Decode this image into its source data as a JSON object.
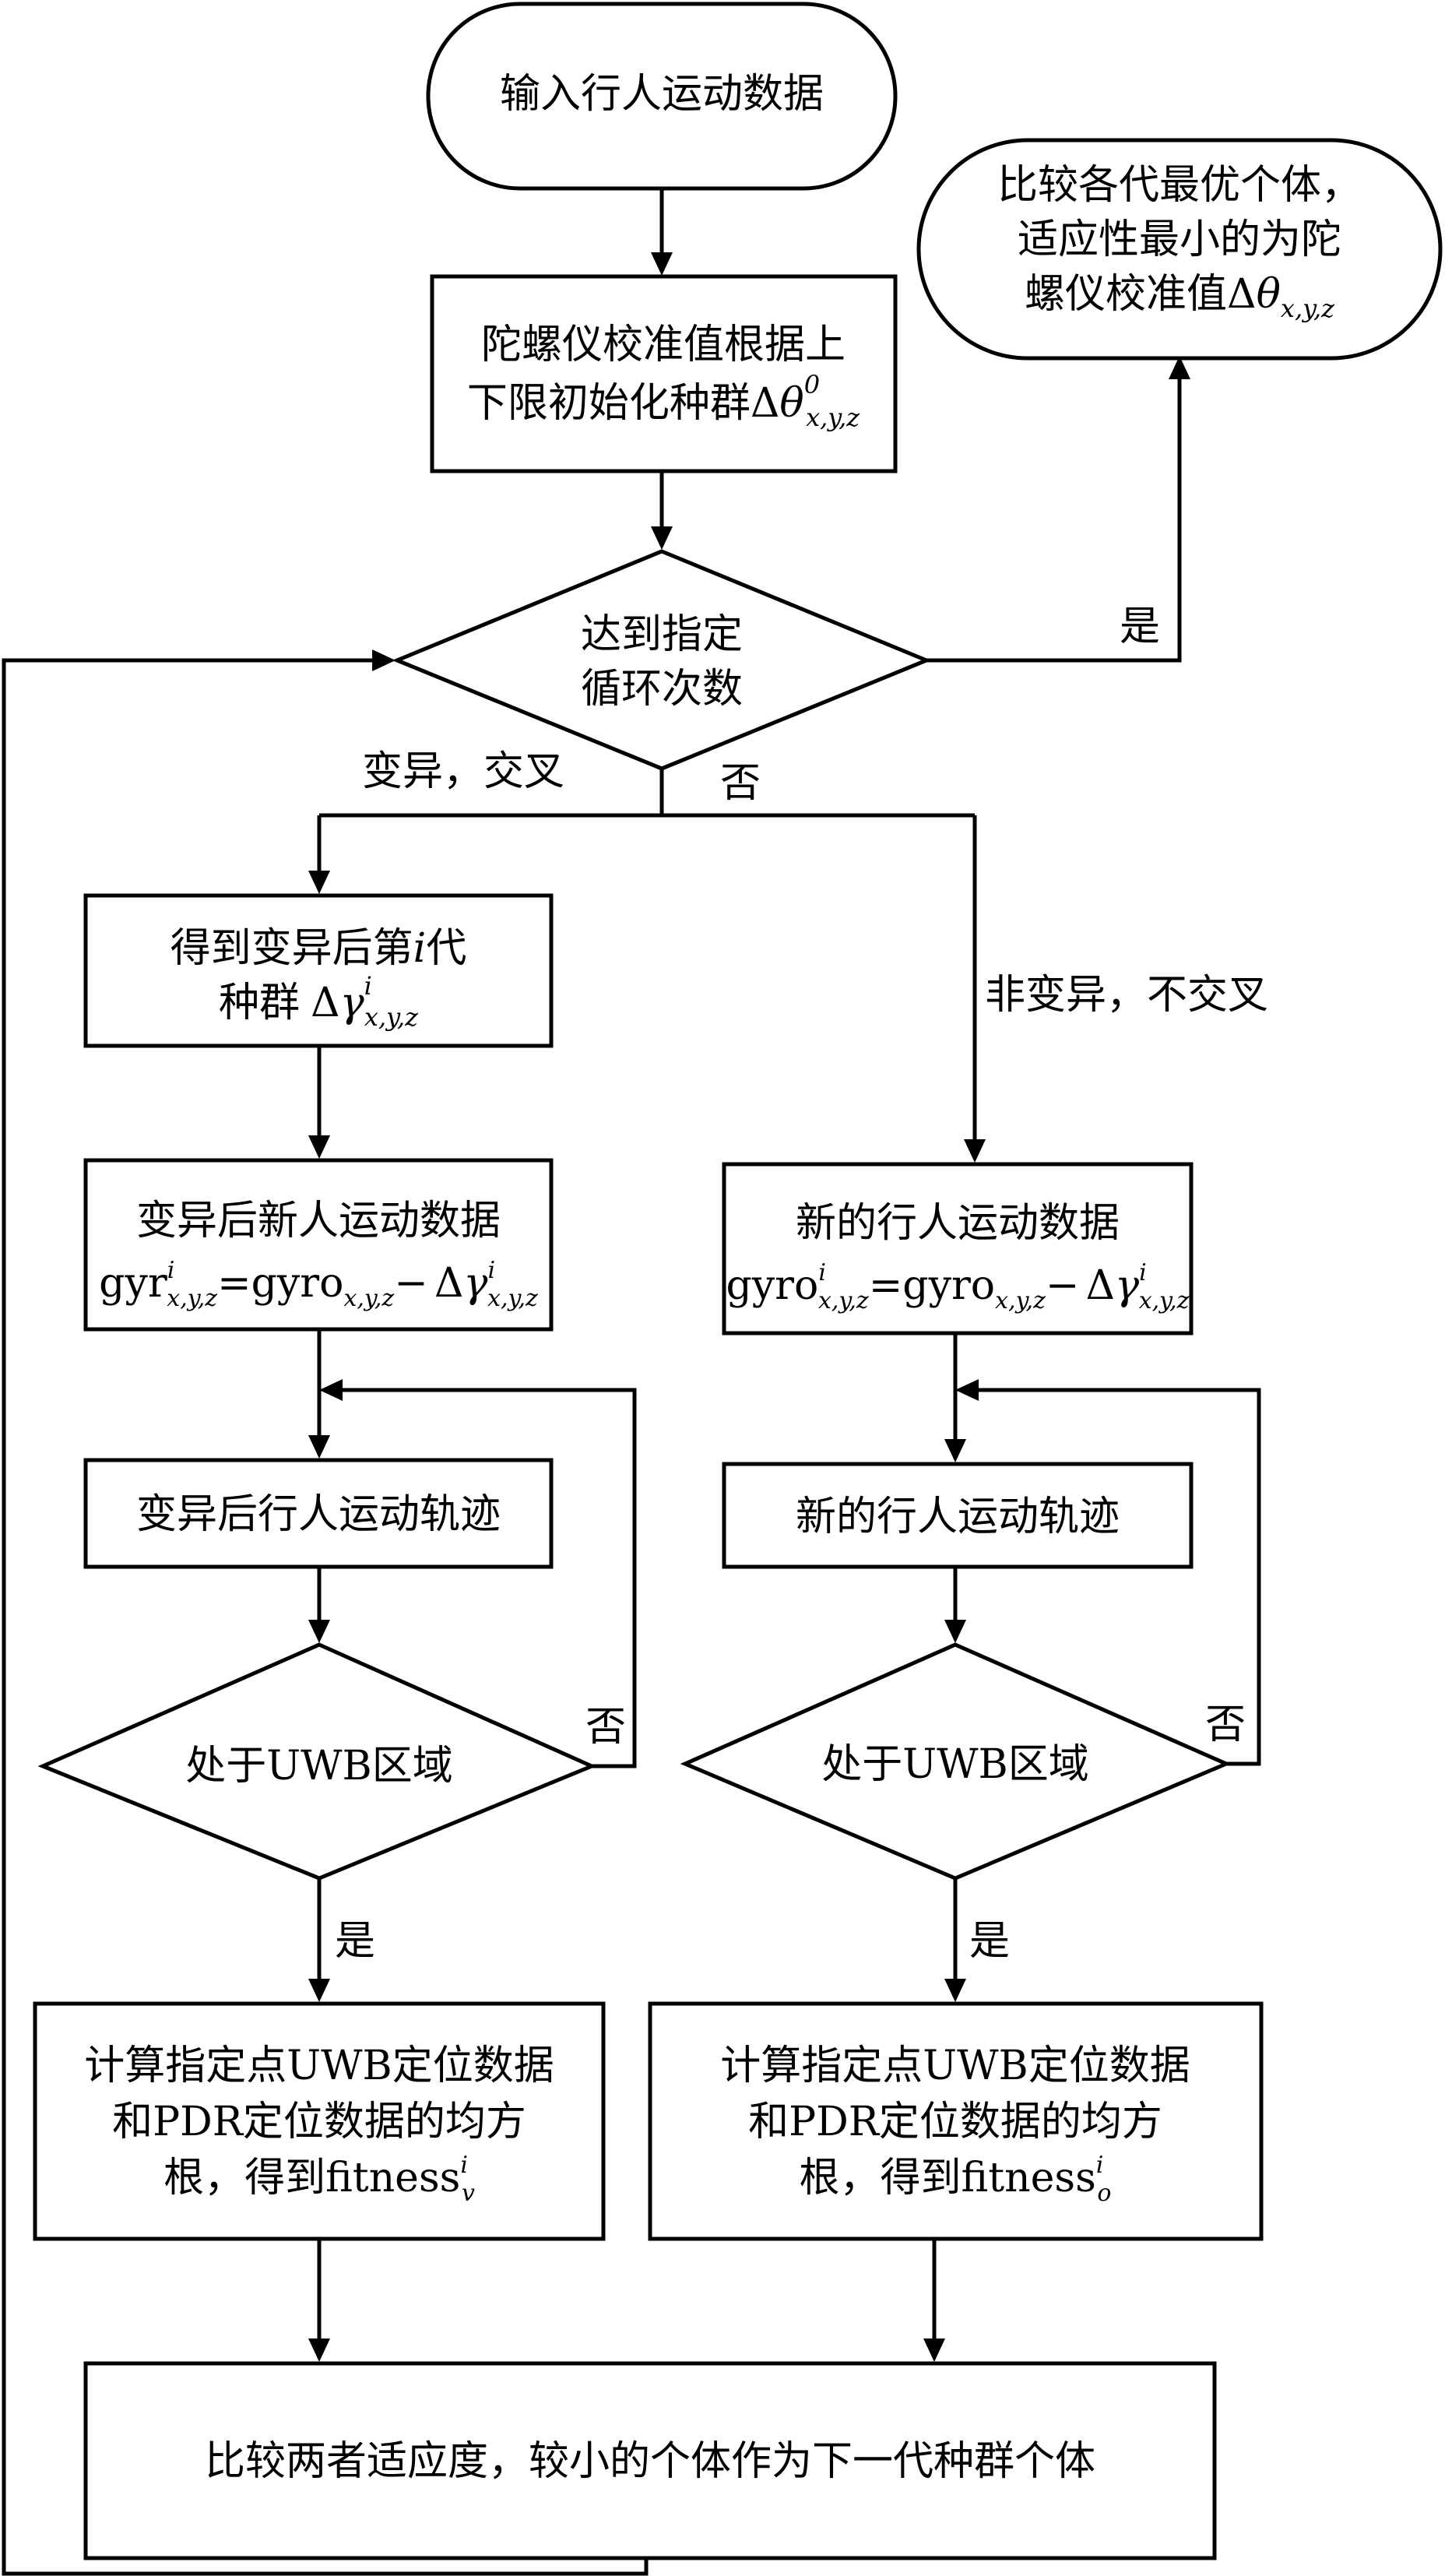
{
  "nodes": {
    "start": {
      "text": "输入行人运动数据"
    },
    "end": {
      "line1": "比较各代最优个体，",
      "line2": "适应性最小的为陀",
      "line3_prefix": "螺仪校准值",
      "delta": "Δ",
      "symbol": "θ",
      "sub": "x,y,z"
    },
    "init": {
      "line1": "陀螺仪校准值根据上",
      "line2_prefix": "下限初始化种群",
      "delta": "Δ",
      "symbol": "θ",
      "sup": "0",
      "sub": "x,y,z"
    },
    "loop_decision": {
      "line1": "达到指定",
      "line2": "循环次数"
    },
    "mutated_pop": {
      "line1_prefix": "得到变异后第",
      "line1_var": "i",
      "line1_suffix": "代",
      "line2_prefix": "种群",
      "delta": "Δ",
      "symbol": "γ",
      "sup": "i",
      "sub": "x,y,z"
    },
    "mutated_data": {
      "line1": "变异后新人运动数据",
      "lhs": "gyr",
      "lhs_sup": "i",
      "lhs_sub": "x,y,z",
      "eq": "=gyro",
      "rhs_sub": "x,y,z",
      "minus": "−",
      "delta": "Δ",
      "symbol": "γ",
      "sup": "i",
      "sub": "x,y,z"
    },
    "new_data": {
      "line1": "新的行人运动数据",
      "lhs": "gyro",
      "lhs_sup": "i",
      "lhs_sub": "x,y,z",
      "eq": "=gyro",
      "rhs_sub": "x,y,z",
      "minus": "−",
      "delta": "Δ",
      "symbol": "γ",
      "sup": "i",
      "sub": "x,y,z"
    },
    "mutated_traj": {
      "text": "变异后行人运动轨迹"
    },
    "new_traj": {
      "text": "新的行人运动轨迹"
    },
    "uwb_left": {
      "text": "处于UWB区域"
    },
    "uwb_right": {
      "text": "处于UWB区域"
    },
    "rms_left": {
      "line1": "计算指定点UWB定位数据",
      "line2": "和PDR定位数据的均方",
      "line3_prefix": "根，得到fitness",
      "sup": "i",
      "sub": "v"
    },
    "rms_right": {
      "line1": "计算指定点UWB定位数据",
      "line2": "和PDR定位数据的均方",
      "line3_prefix": "根，得到fitness",
      "sup": "i",
      "sub": "o"
    },
    "compare": {
      "text": "比较两者适应度，较小的个体作为下一代种群个体"
    }
  },
  "edge_labels": {
    "yes_top": "是",
    "no_center": "否",
    "mutate_cross": "变异，交叉",
    "no_mutate_cross": "非变异，不交叉",
    "no_left": "否",
    "no_right": "否",
    "yes_left": "是",
    "yes_right": "是"
  }
}
